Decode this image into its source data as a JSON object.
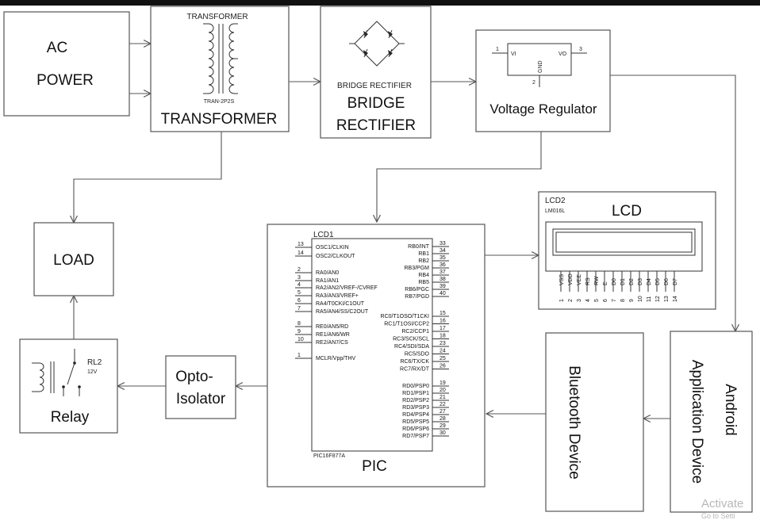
{
  "blocks": {
    "ac_power": [
      "AC",
      "POWER"
    ],
    "transformer": {
      "top_label": "TRANSFORMER",
      "part": "TRAN-2P2S",
      "label": "TRANSFORMER"
    },
    "bridge": {
      "top_label": "BRIDGE RECTIFIER",
      "label_line1": "BRIDGE",
      "label_line2": "RECTIFIER"
    },
    "regulator": {
      "label": "Voltage Regulator",
      "pin_vi": "VI",
      "pin_vo": "VO",
      "pin_gnd": "GND",
      "pin1": "1",
      "pin2": "2",
      "pin3": "3"
    },
    "load": "LOAD",
    "relay": {
      "ref": "RL2",
      "rating": "12V",
      "label": "Relay"
    },
    "opto": [
      "Opto-",
      "Isolator"
    ],
    "pic": {
      "ref": "LCD1",
      "part": "PIC16F877A",
      "label": "PIC"
    },
    "lcd": {
      "ref": "LCD2",
      "part": "LM016L",
      "label": "LCD"
    },
    "bluetooth": "Bluetooth Device",
    "android": [
      "Android",
      "Application Device"
    ]
  },
  "pic_pins": {
    "left": [
      {
        "num": "13",
        "name": "OSC1/CLKIN"
      },
      {
        "num": "14",
        "name": "OSC2/CLKOUT"
      },
      {
        "num": "2",
        "name": "RA0/AN0"
      },
      {
        "num": "3",
        "name": "RA1/AN1"
      },
      {
        "num": "4",
        "name": "RA2/AN2/VREF-/CVREF"
      },
      {
        "num": "5",
        "name": "RA3/AN3/VREF+"
      },
      {
        "num": "6",
        "name": "RA4/T0CKI/C1OUT"
      },
      {
        "num": "7",
        "name": "RA5/AN4/SS/C2OUT"
      },
      {
        "num": "8",
        "name": "RE0/AN5/RD"
      },
      {
        "num": "9",
        "name": "RE1/AN6/WR"
      },
      {
        "num": "10",
        "name": "RE2/AN7/CS"
      },
      {
        "num": "1",
        "name": "MCLR/Vpp/THV"
      }
    ],
    "right": [
      {
        "num": "33",
        "name": "RB0/INT"
      },
      {
        "num": "34",
        "name": "RB1"
      },
      {
        "num": "35",
        "name": "RB2"
      },
      {
        "num": "36",
        "name": "RB3/PGM"
      },
      {
        "num": "37",
        "name": "RB4"
      },
      {
        "num": "38",
        "name": "RB5"
      },
      {
        "num": "39",
        "name": "RB6/PGC"
      },
      {
        "num": "40",
        "name": "RB7/PGD"
      },
      {
        "num": "15",
        "name": "RC0/T1OSO/T1CKI"
      },
      {
        "num": "16",
        "name": "RC1/T1OSI/CCP2"
      },
      {
        "num": "17",
        "name": "RC2/CCP1"
      },
      {
        "num": "18",
        "name": "RC3/SCK/SCL"
      },
      {
        "num": "23",
        "name": "RC4/SDI/SDA"
      },
      {
        "num": "24",
        "name": "RC5/SDO"
      },
      {
        "num": "25",
        "name": "RC6/TX/CK"
      },
      {
        "num": "26",
        "name": "RC7/RX/DT"
      },
      {
        "num": "19",
        "name": "RD0/PSP0"
      },
      {
        "num": "20",
        "name": "RD1/PSP1"
      },
      {
        "num": "21",
        "name": "RD2/PSP2"
      },
      {
        "num": "22",
        "name": "RD3/PSP3"
      },
      {
        "num": "27",
        "name": "RD4/PSP4"
      },
      {
        "num": "28",
        "name": "RD5/PSP5"
      },
      {
        "num": "29",
        "name": "RD6/PSP6"
      },
      {
        "num": "30",
        "name": "RD7/PSP7"
      }
    ]
  },
  "lcd_pins": [
    {
      "num": "1",
      "name": "VSS"
    },
    {
      "num": "2",
      "name": "VDD"
    },
    {
      "num": "3",
      "name": "VEE"
    },
    {
      "num": "4",
      "name": "RS"
    },
    {
      "num": "5",
      "name": "RW"
    },
    {
      "num": "6",
      "name": "E"
    },
    {
      "num": "7",
      "name": "D0"
    },
    {
      "num": "8",
      "name": "D1"
    },
    {
      "num": "9",
      "name": "D2"
    },
    {
      "num": "10",
      "name": "D3"
    },
    {
      "num": "11",
      "name": "D4"
    },
    {
      "num": "12",
      "name": "D5"
    },
    {
      "num": "13",
      "name": "D6"
    },
    {
      "num": "14",
      "name": "D7"
    }
  ],
  "watermark": {
    "line1": "Activate",
    "line2": "Go to Setti"
  }
}
